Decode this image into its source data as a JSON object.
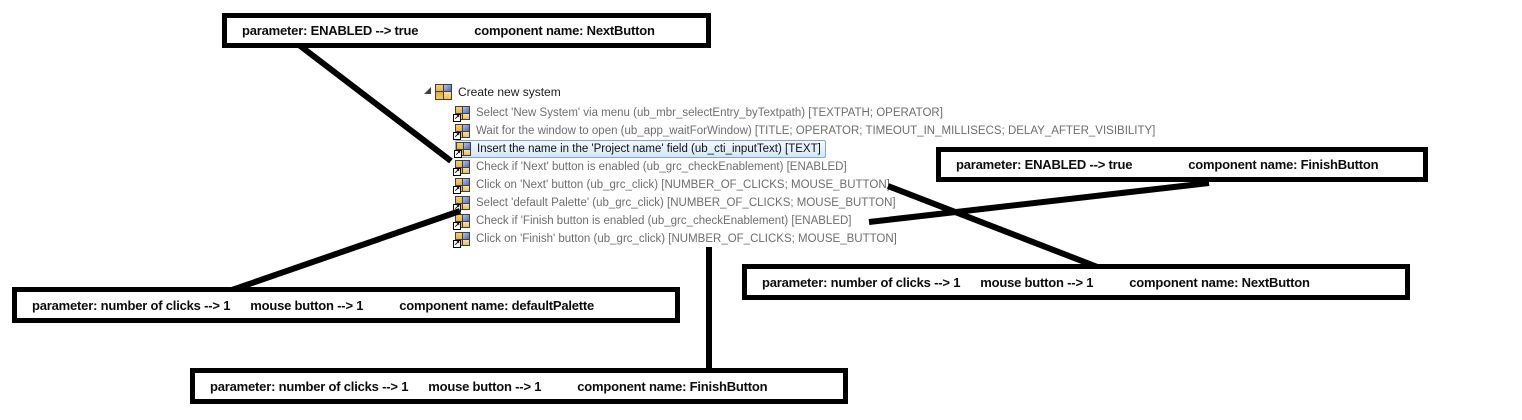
{
  "tree": {
    "root": {
      "label": "Create new system"
    },
    "children": [
      {
        "label": "Select 'New System' via menu (ub_mbr_selectEntry_byTextpath) [TEXTPATH; OPERATOR]",
        "selected": false
      },
      {
        "label": "Wait for the window to open (ub_app_waitForWindow) [TITLE; OPERATOR; TIMEOUT_IN_MILLISECS; DELAY_AFTER_VISIBILITY]",
        "selected": false
      },
      {
        "label": "Insert the name in the 'Project name' field (ub_cti_inputText) [TEXT]",
        "selected": true
      },
      {
        "label": "Check if 'Next' button is enabled (ub_grc_checkEnablement) [ENABLED]",
        "selected": false
      },
      {
        "label": "Click on 'Next' button (ub_grc_click) [NUMBER_OF_CLICKS; MOUSE_BUTTON]",
        "selected": false
      },
      {
        "label": "Select 'default Palette' (ub_grc_click) [NUMBER_OF_CLICKS; MOUSE_BUTTON]",
        "selected": false
      },
      {
        "label": "Check if 'Finish button is enabled (ub_grc_checkEnablement) [ENABLED]",
        "selected": false
      },
      {
        "label": "Click on 'Finish' button (ub_grc_click) [NUMBER_OF_CLICKS; MOUSE_BUTTON]",
        "selected": false
      }
    ]
  },
  "callouts": {
    "next_enabled": {
      "segments": [
        "parameter: ENABLED --> true",
        "component name: NextButton"
      ]
    },
    "finish_enabled": {
      "segments": [
        "parameter: ENABLED --> true",
        "component name: FinishButton"
      ]
    },
    "default_palette": {
      "segments": [
        "parameter: number of clicks --> 1",
        "mouse button --> 1",
        "component name: defaultPalette"
      ]
    },
    "next_click": {
      "segments": [
        "parameter: number of clicks --> 1",
        "mouse button --> 1",
        "component name: NextButton"
      ]
    },
    "finish_click": {
      "segments": [
        "parameter: number of clicks --> 1",
        "mouse button --> 1",
        "component name: FinishButton"
      ]
    }
  },
  "icons": {
    "reference_arrow_glyph": "↗",
    "expand_triangle": "filled corner triangle (expanded node)",
    "test_case_icon": "2x2 gold/blue quadrant grid"
  },
  "colors": {
    "callout_border": "#000000",
    "connector_line": "#000000",
    "selection_fill": "#d3e7f8",
    "selection_border": "#7ca9d6",
    "tree_text": "#6e6e6e",
    "icon_gold": "#f0c143",
    "icon_blue": "#5d7fc7"
  }
}
